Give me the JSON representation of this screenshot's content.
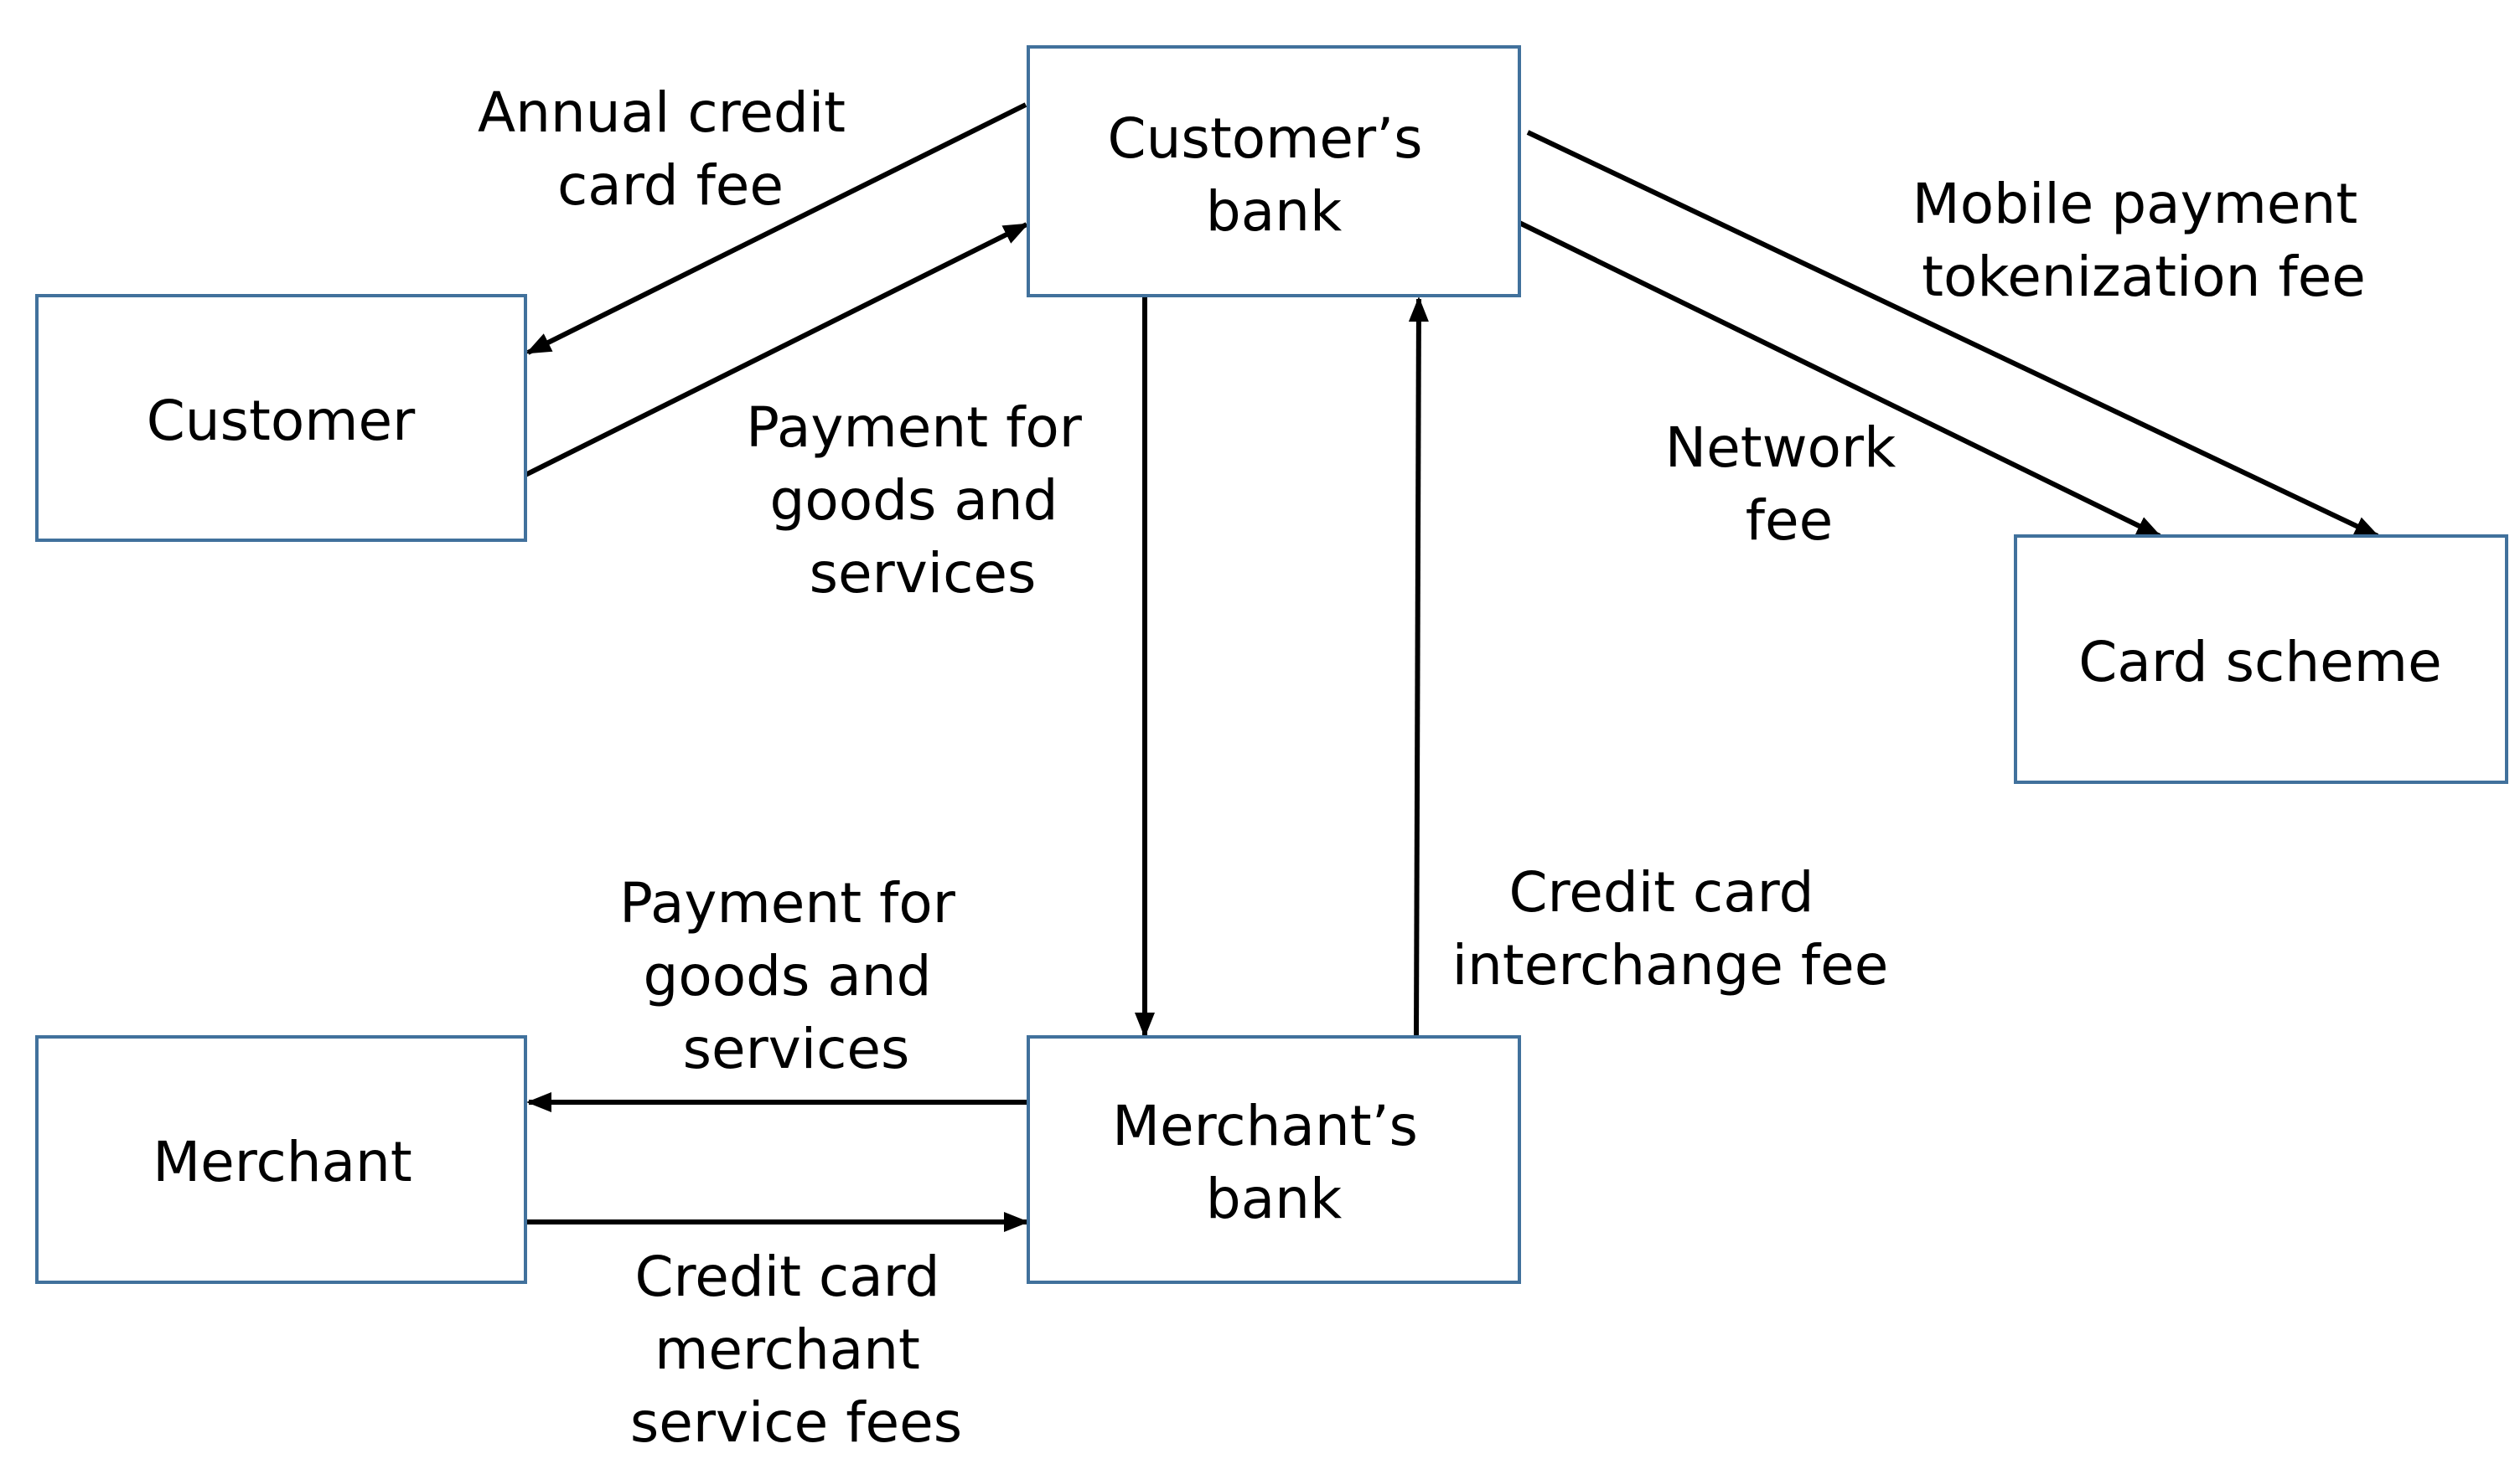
{
  "colors": {
    "box_border": "#41719c",
    "arrow": "#000000",
    "text": "#000000",
    "background": "#ffffff"
  },
  "nodes": {
    "customers_bank": [
      "Customer’s",
      "bank"
    ],
    "customer": [
      "Customer"
    ],
    "card_scheme": [
      "Card scheme"
    ],
    "merchant": [
      "Merchant"
    ],
    "merchants_bank": [
      "Merchant’s",
      "bank"
    ]
  },
  "edges": {
    "annual_fee": [
      "Annual credit",
      "card fee"
    ],
    "payment_customer_to_bank": [
      "Payment for",
      "goods and",
      "services"
    ],
    "network_fee": [
      "Network",
      "fee"
    ],
    "tokenization_fee": [
      "Mobile payment",
      "tokenization fee"
    ],
    "interchange_fee": [
      "Credit card",
      "interchange fee"
    ],
    "payment_bank_to_merchant": [
      "Payment for",
      "goods and",
      "services"
    ],
    "merchant_service_fees": [
      "Credit card",
      "merchant",
      "service fees"
    ]
  }
}
